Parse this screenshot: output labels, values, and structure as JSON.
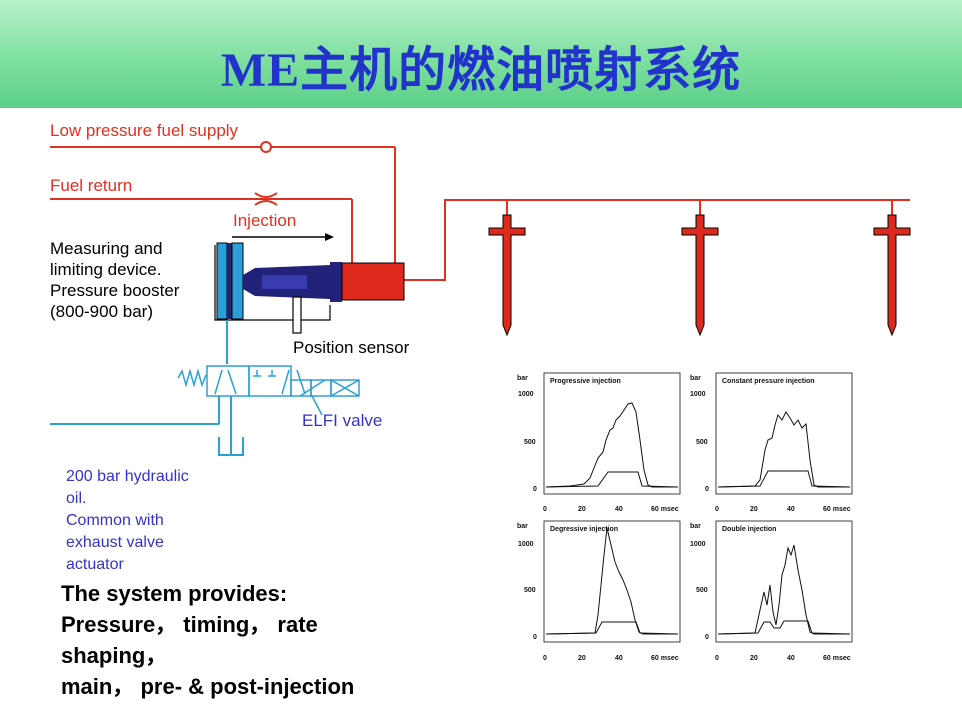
{
  "title": "ME主机的燃油喷射系统",
  "labels": {
    "low_pressure": "Low pressure fuel supply",
    "fuel_return": "Fuel return",
    "injection": "Injection",
    "measuring_lines": [
      "Measuring and",
      "limiting device.",
      "Pressure booster",
      "(800-900 bar)"
    ],
    "position_sensor": "Position sensor",
    "elfi_valve": "ELFI valve",
    "hydraulic_lines": [
      "200 bar hydraulic",
      "oil.",
      "Common with",
      "exhaust valve",
      "actuator"
    ]
  },
  "system_text": [
    "The system provides:",
    "Pressure， timing， rate",
    "shaping，",
    "main， pre- & post-injection"
  ],
  "graphs": {
    "ylabel": "bar",
    "y_ticks": [
      "1000",
      "500",
      "0"
    ],
    "x_ticks": [
      "0",
      "20",
      "40",
      "60 msec"
    ],
    "titles": [
      "Progressive injection",
      "Constant pressure injection",
      "Degressive injection",
      "Double injection"
    ]
  },
  "colors": {
    "title": "#2233cc",
    "pipe_red": "#e03020",
    "hydraulic_blue": "#2a9fd8",
    "booster_navy": "#22227a"
  }
}
